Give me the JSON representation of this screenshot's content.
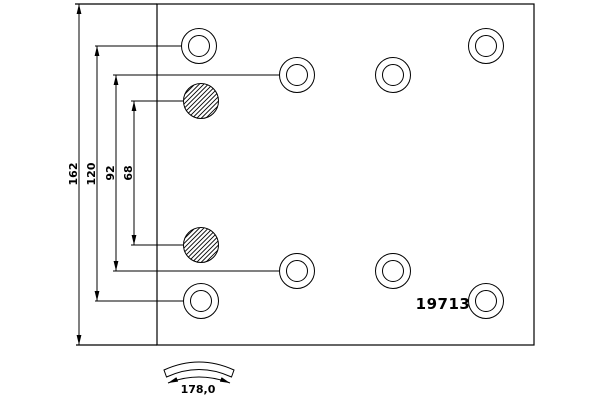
{
  "part": {
    "number": "19713"
  },
  "dimensions": {
    "total_height_mm": "162",
    "outer_rivet_spacing_mm": "120",
    "middle_rivet_spacing_mm": "92",
    "inner_rivet_spacing_mm": "68",
    "arc_width_mm": "178,0"
  },
  "colors": {
    "line": "#000000",
    "background": "#ffffff"
  }
}
